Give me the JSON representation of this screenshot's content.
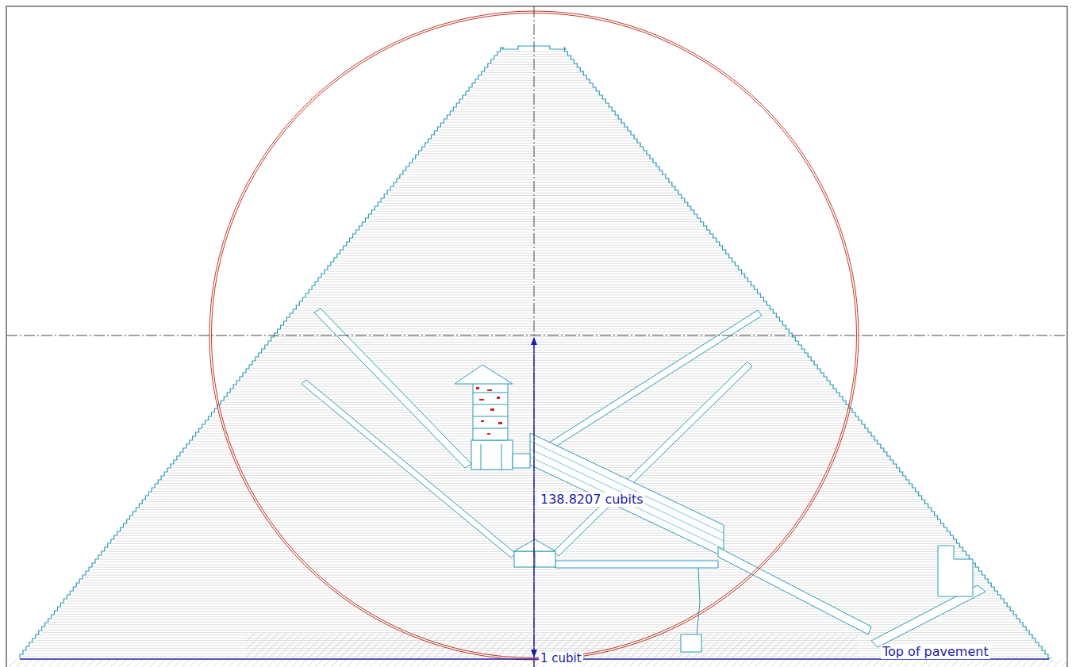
{
  "diagram": {
    "labels": [
      "138.8207 cubits",
      "1 cubit",
      "Top of pavement"
    ]
  }
}
